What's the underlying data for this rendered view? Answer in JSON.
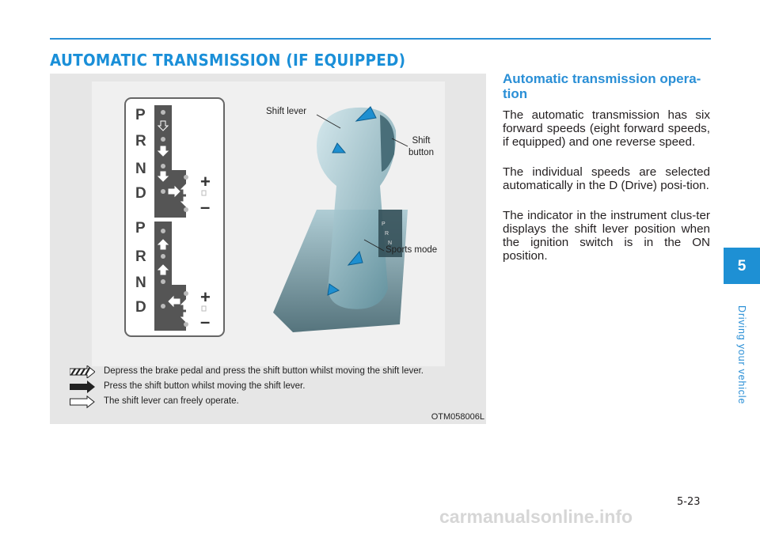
{
  "header": {
    "section_title": "AUTOMATIC TRANSMISSION (IF EQUIPPED)"
  },
  "figure": {
    "gate_upper": {
      "letters": [
        "P",
        "R",
        "N",
        "D"
      ],
      "plus": "+",
      "minus": "–"
    },
    "gate_lower": {
      "letters": [
        "P",
        "R",
        "N",
        "D"
      ],
      "plus": "+",
      "minus": "–"
    },
    "callouts": {
      "shift_lever": "Shift lever",
      "shift_button_line1": "Shift",
      "shift_button_line2": "button",
      "sports_mode": "Sports mode"
    },
    "legend": [
      {
        "icon": "hatched-arrow-icon",
        "text": "Depress the brake pedal and press the shift button whilst moving the shift lever."
      },
      {
        "icon": "solid-arrow-icon",
        "text": "Press the shift button whilst moving the shift lever."
      },
      {
        "icon": "outline-arrow-icon",
        "text": "The shift lever can freely operate."
      }
    ],
    "code": "OTM058006L"
  },
  "body": {
    "heading": "Automatic transmission opera-tion",
    "paragraphs": [
      "The automatic transmission has six forward speeds (eight forward speeds, if equipped) and one reverse speed.",
      "The individual speeds are selected automatically in the D (Drive) posi-tion.",
      "The indicator in the instrument clus-ter displays the shift lever position when the ignition switch is in the ON position."
    ]
  },
  "sidebar": {
    "chapter_number": "5",
    "chapter_label": "Driving your vehicle"
  },
  "footer": {
    "page_number": "5-23",
    "watermark": "carmanualsonline.info"
  },
  "colors": {
    "accent": "#1e90d4",
    "figure_bg": "#e6e6e6",
    "text": "#231f20"
  }
}
